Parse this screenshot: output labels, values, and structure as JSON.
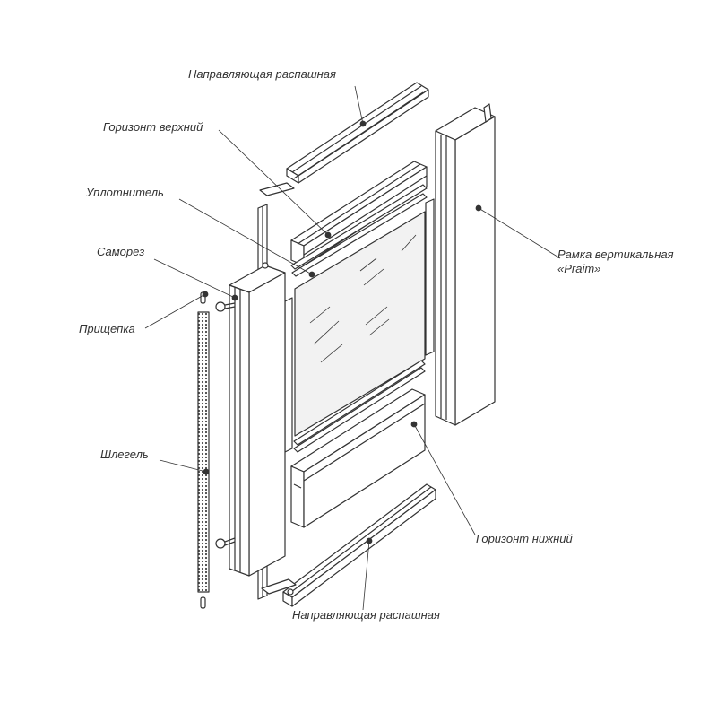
{
  "labels": {
    "top_rail": "Направляющая распашная",
    "top_horizon": "Горизонт верхний",
    "seal": "Уплотнитель",
    "screw": "Саморез",
    "clip": "Прищепка",
    "brush": "Шлегель",
    "vertical_frame_line1": "Рамка вертикальная",
    "vertical_frame_line2": "«Praim»",
    "bottom_horizon": "Горизонт нижний",
    "bottom_rail": "Направляющая распашная"
  },
  "colors": {
    "line": "#333333",
    "fill": "#ffffff",
    "glass": "#f2f2f2",
    "brush": "#555555"
  }
}
